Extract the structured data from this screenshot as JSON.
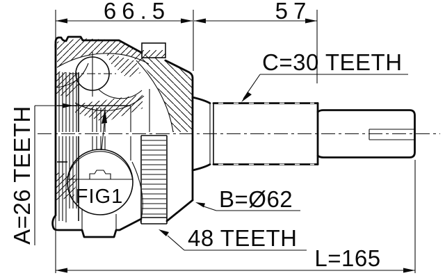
{
  "drawing": {
    "figure_label": "FIG1",
    "dim_housing_width": "66.5",
    "dim_spline_length": "57",
    "dim_overall_length": "L=165",
    "label_inner_spline": "A=26 TEETH",
    "label_outer_spline": "C=30 TEETH",
    "label_body_diameter": "B=Ø62",
    "label_abs_ring": "48 TEETH"
  },
  "colors": {
    "line": "#0a0a0a",
    "background": "#ffffff"
  }
}
